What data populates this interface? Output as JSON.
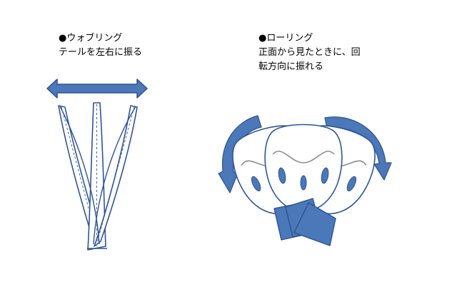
{
  "wobbling": {
    "title": "●ウォブリング",
    "description": "テールを左右に振る"
  },
  "rolling": {
    "title": "●ローリング",
    "description_line1": "正面から見たときに、回",
    "description_line2": "転方向に振れる"
  },
  "colors": {
    "accent_fill": "#4a78b8",
    "outline": "#2f5597",
    "arrow_stroke": "#2f528f",
    "gill_line": "#8c8c8c"
  },
  "icons": [
    "double-headed-arrow-icon",
    "curved-arrow-icon"
  ]
}
